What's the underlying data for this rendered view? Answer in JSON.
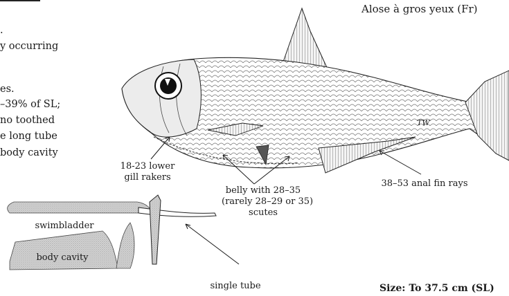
{
  "header": {
    "common_name": "Alose à gros yeux (Fr)"
  },
  "left_text": {
    "lines": [
      ".",
      "y occurring",
      "",
      "es.",
      "–39% of SL;",
      "no toothed",
      "e long tube",
      "body cavity"
    ]
  },
  "callouts": {
    "gill_rakers": [
      "18-23 lower",
      "gill rakers"
    ],
    "belly_scutes": [
      "belly with 28–35",
      "(rarely 28–29 or 35)",
      "scutes"
    ],
    "anal_fin": "38–53 anal fin rays",
    "swimbladder": "swimbladder",
    "body_cavity": "body cavity",
    "single_tube": "single tube",
    "artist_initials": "TW"
  },
  "footer": {
    "size_fragment": "Size: To 37.5 cm (SL)"
  },
  "colors": {
    "ink": "#1a1a1a",
    "stipple": "#b8b8b8",
    "background": "#ffffff"
  }
}
